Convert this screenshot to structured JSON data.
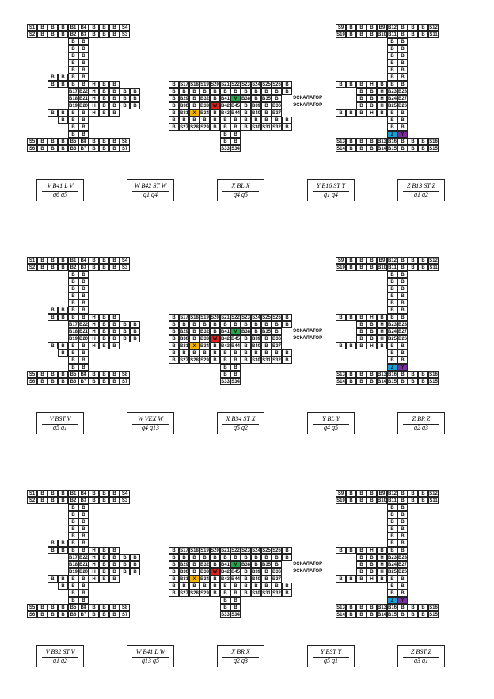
{
  "panels": [
    {
      "name": "panel-1",
      "markers": {
        "V": "B41",
        "W": "B33",
        "X": "B31",
        "Y": "B16",
        "Z": "B13"
      },
      "formulas": [
        {
          "num": "V B41 L V",
          "den1": "q6",
          "den2": "q5"
        },
        {
          "num": "W B42 ST W",
          "den1": "q1",
          "den2": "q4"
        },
        {
          "num": "X BL X",
          "den1": "q4",
          "den2": "q5"
        },
        {
          "num": "Y B16 ST Y",
          "den1": "q1",
          "den2": "q4"
        },
        {
          "num": "Z B13 ST Z",
          "den1": "q1",
          "den2": "q2"
        }
      ]
    },
    {
      "name": "panel-2",
      "markers": {
        "V": "B41",
        "W": "B42",
        "X": "B31",
        "Y": "B16",
        "Z": "B13"
      },
      "formulas": [
        {
          "num": "V BST V",
          "den1": "q5",
          "den2": "q1"
        },
        {
          "num": "W VEX W",
          "den1": "q4",
          "den2": "q13"
        },
        {
          "num": "X B34 ST X",
          "den1": "q5",
          "den2": "q2"
        },
        {
          "num": "Y BL Y",
          "den1": "q4",
          "den2": "q5"
        },
        {
          "num": "Z BR Z",
          "den1": "q2",
          "den2": "q3"
        }
      ]
    },
    {
      "name": "panel-3",
      "markers": {
        "V": "B32",
        "W": "B42",
        "X": "B34",
        "Y": "B16",
        "Z": "B13"
      },
      "formulas": [
        {
          "num": "V B32 ST V",
          "den1": "q1",
          "den2": "q2"
        },
        {
          "num": "W B41 L W",
          "den1": "q13",
          "den2": "q5"
        },
        {
          "num": "X BR X",
          "den1": "q2",
          "den2": "q3"
        },
        {
          "num": "Y BST Y",
          "den1": "q5",
          "den2": "q1"
        },
        {
          "num": "Z BST Z",
          "den1": "q3",
          "den2": "q1"
        }
      ]
    }
  ],
  "grid": {
    "escalator_label": "ЭСКАЛАТОР",
    "rows": [
      [
        "S1",
        "B",
        "B",
        "B",
        "B1",
        "B4",
        "B",
        "B",
        "B",
        "S4"
      ],
      [
        "S2",
        "B",
        "B",
        "B",
        "B2",
        "B3",
        "B",
        "B",
        "B",
        "S3"
      ]
    ]
  },
  "colors": {
    "V": "#22a84a",
    "W": "#e0201c",
    "X": "#f2b400",
    "Y": "#7a2fa0",
    "Z": "#1aa0d8"
  }
}
